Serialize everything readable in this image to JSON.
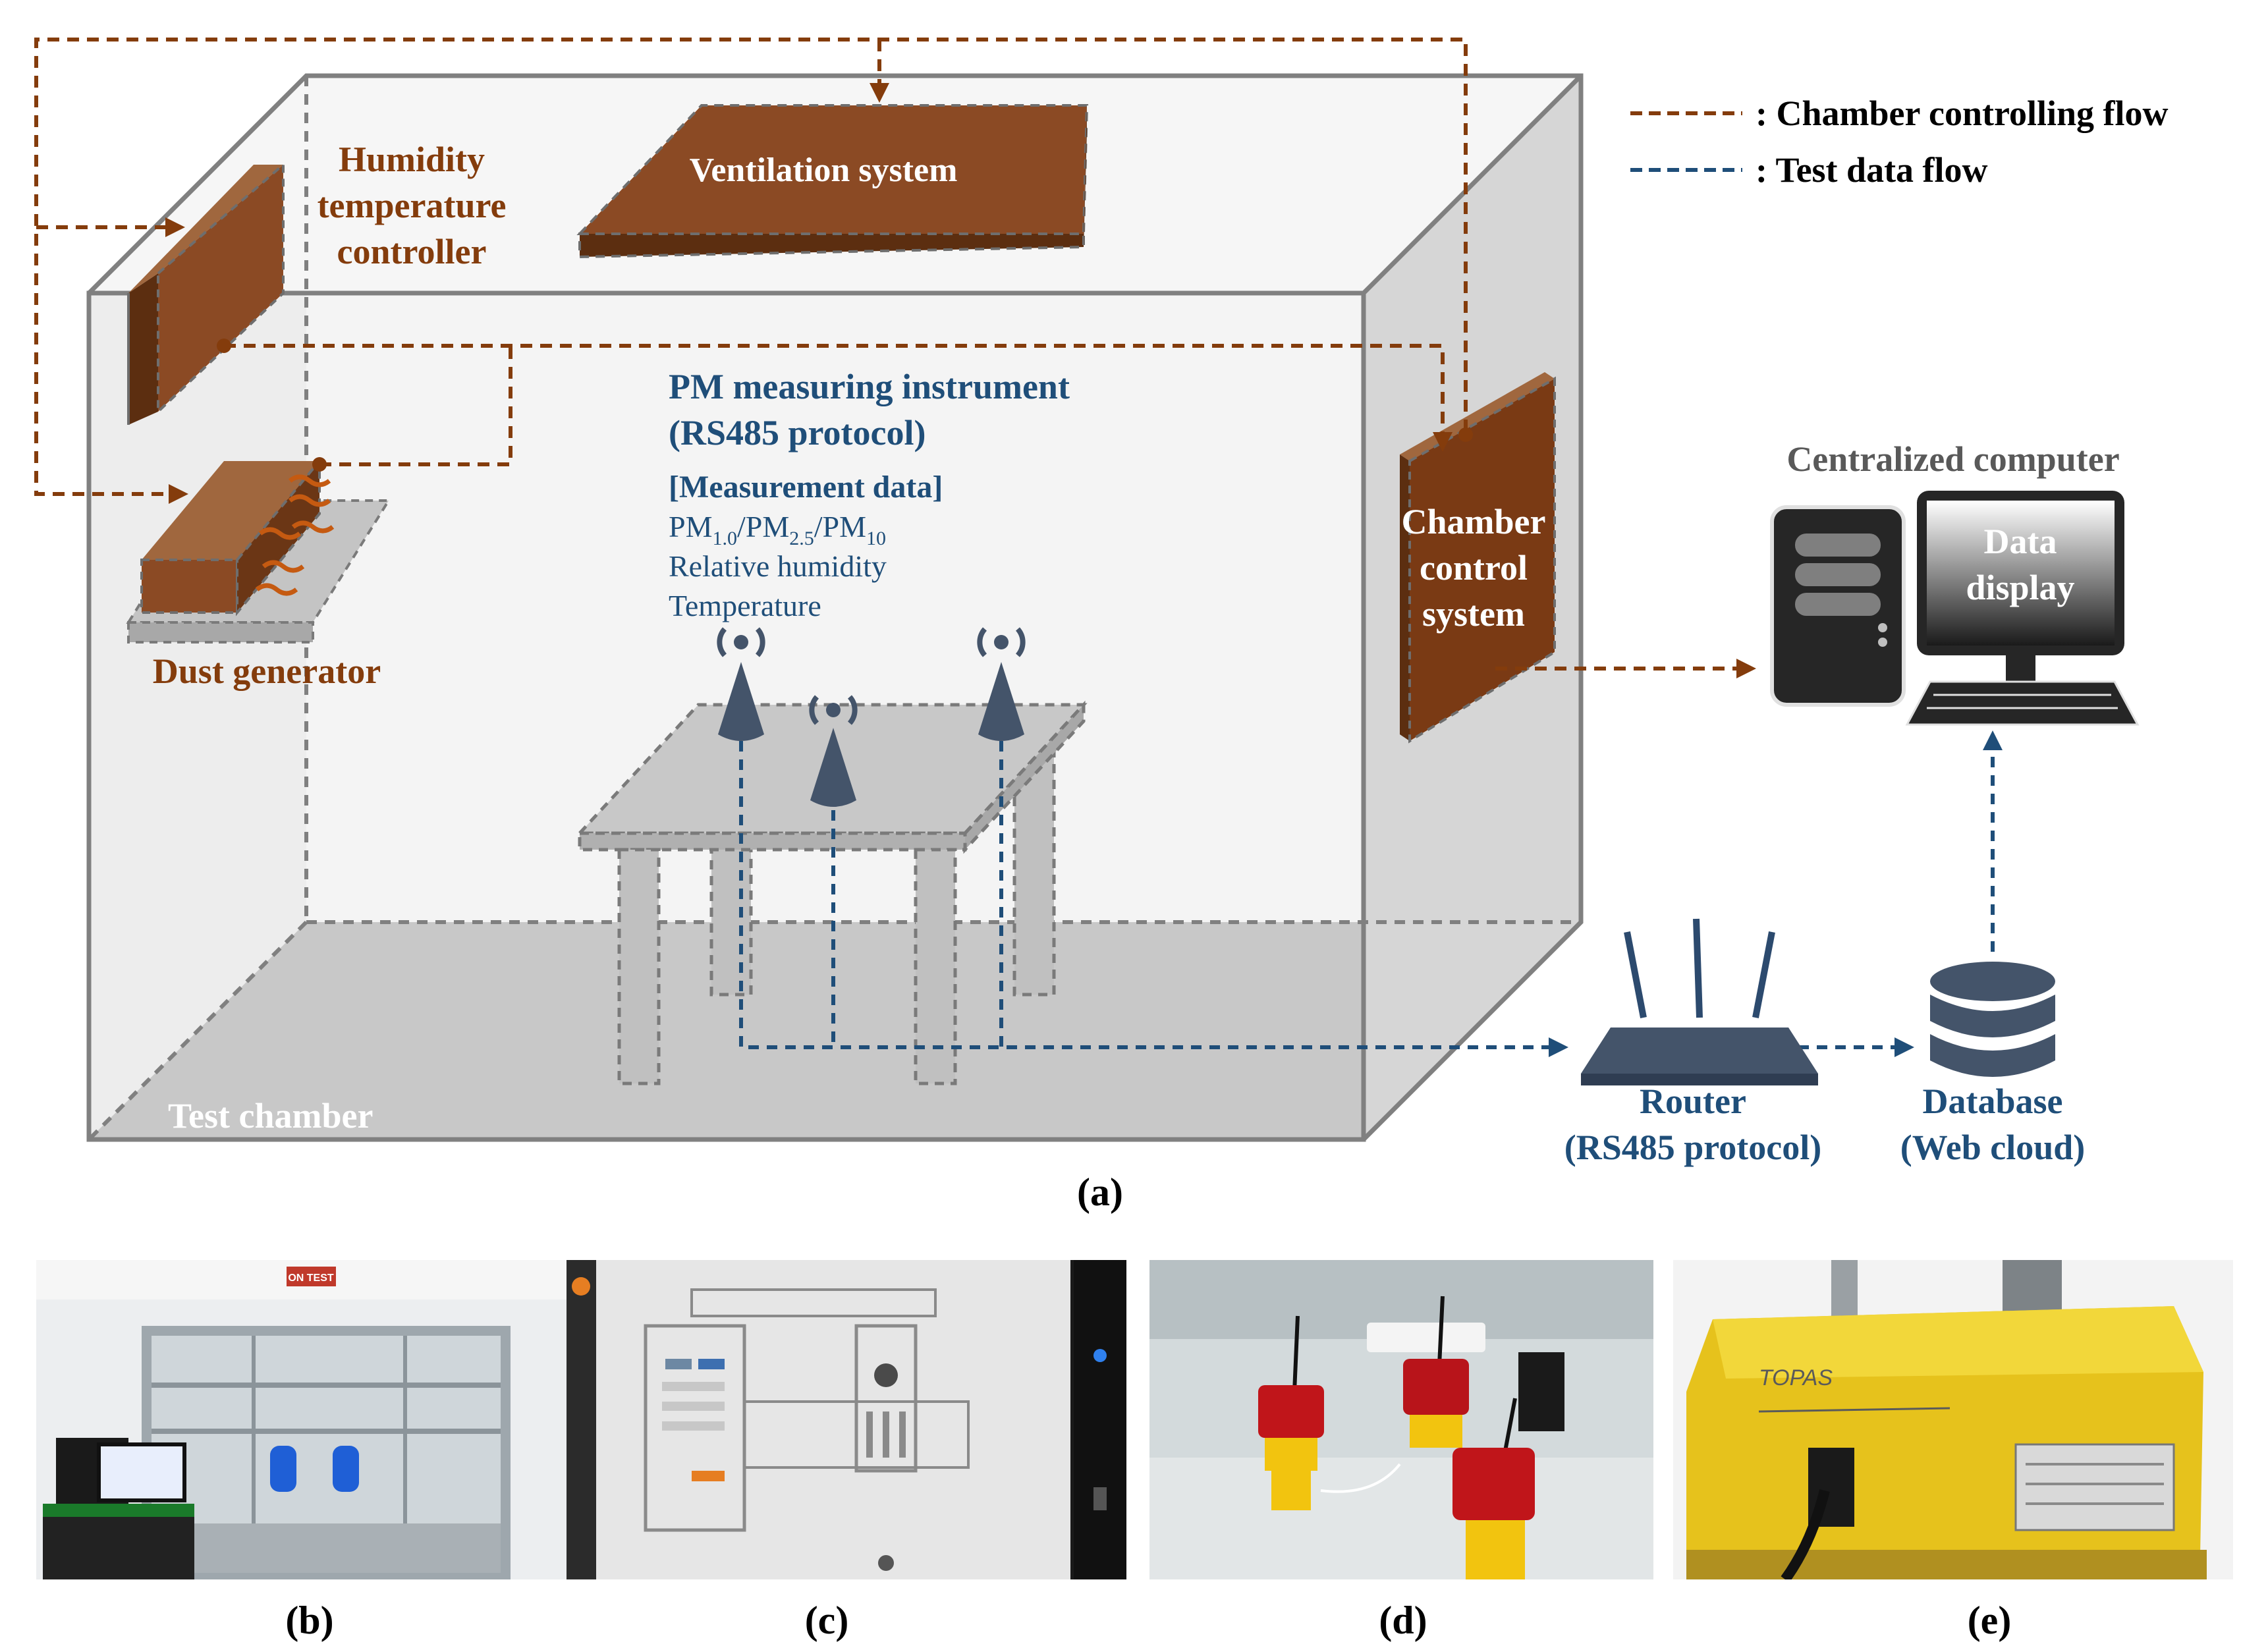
{
  "legend": {
    "control_flow": ": Chamber controlling flow",
    "data_flow": ": Test data flow"
  },
  "components": {
    "humidity_line1": "Humidity",
    "humidity_line2": "temperature",
    "humidity_line3": "controller",
    "ventilation": "Ventilation system",
    "dust_generator": "Dust generator",
    "test_chamber": "Test chamber",
    "chamber_control_line1": "Chamber",
    "chamber_control_line2": "control",
    "chamber_control_line3": "system",
    "pm_line1": "PM measuring instrument",
    "pm_line2": "(RS485 protocol)",
    "measurement_title": "[Measurement data]",
    "pm_base": "PM",
    "pm_sub1": "1.0",
    "pm_sub2": "2.5",
    "pm_sub3": "10",
    "slash": "/",
    "rel_humidity": "Relative humidity",
    "temperature": "Temperature",
    "computer_title": "Centralized computer",
    "data_display_line1": "Data",
    "data_display_line2": "display",
    "router_line1": "Router",
    "router_line2": "(RS485 protocol)",
    "database_line1": "Database",
    "database_line2": "(Web cloud)"
  },
  "panels": {
    "a": "(a)",
    "b": "(b)",
    "c": "(c)",
    "d": "(d)",
    "e": "(e)"
  },
  "photo_text": {
    "on_test_sign": "ON TEST",
    "topas_brand": "TOPAS"
  },
  "colors": {
    "control_flow": "#843C0C",
    "data_flow": "#1F4E79",
    "component_fill": "#8B4A24",
    "chamber_wall": "#808080"
  }
}
